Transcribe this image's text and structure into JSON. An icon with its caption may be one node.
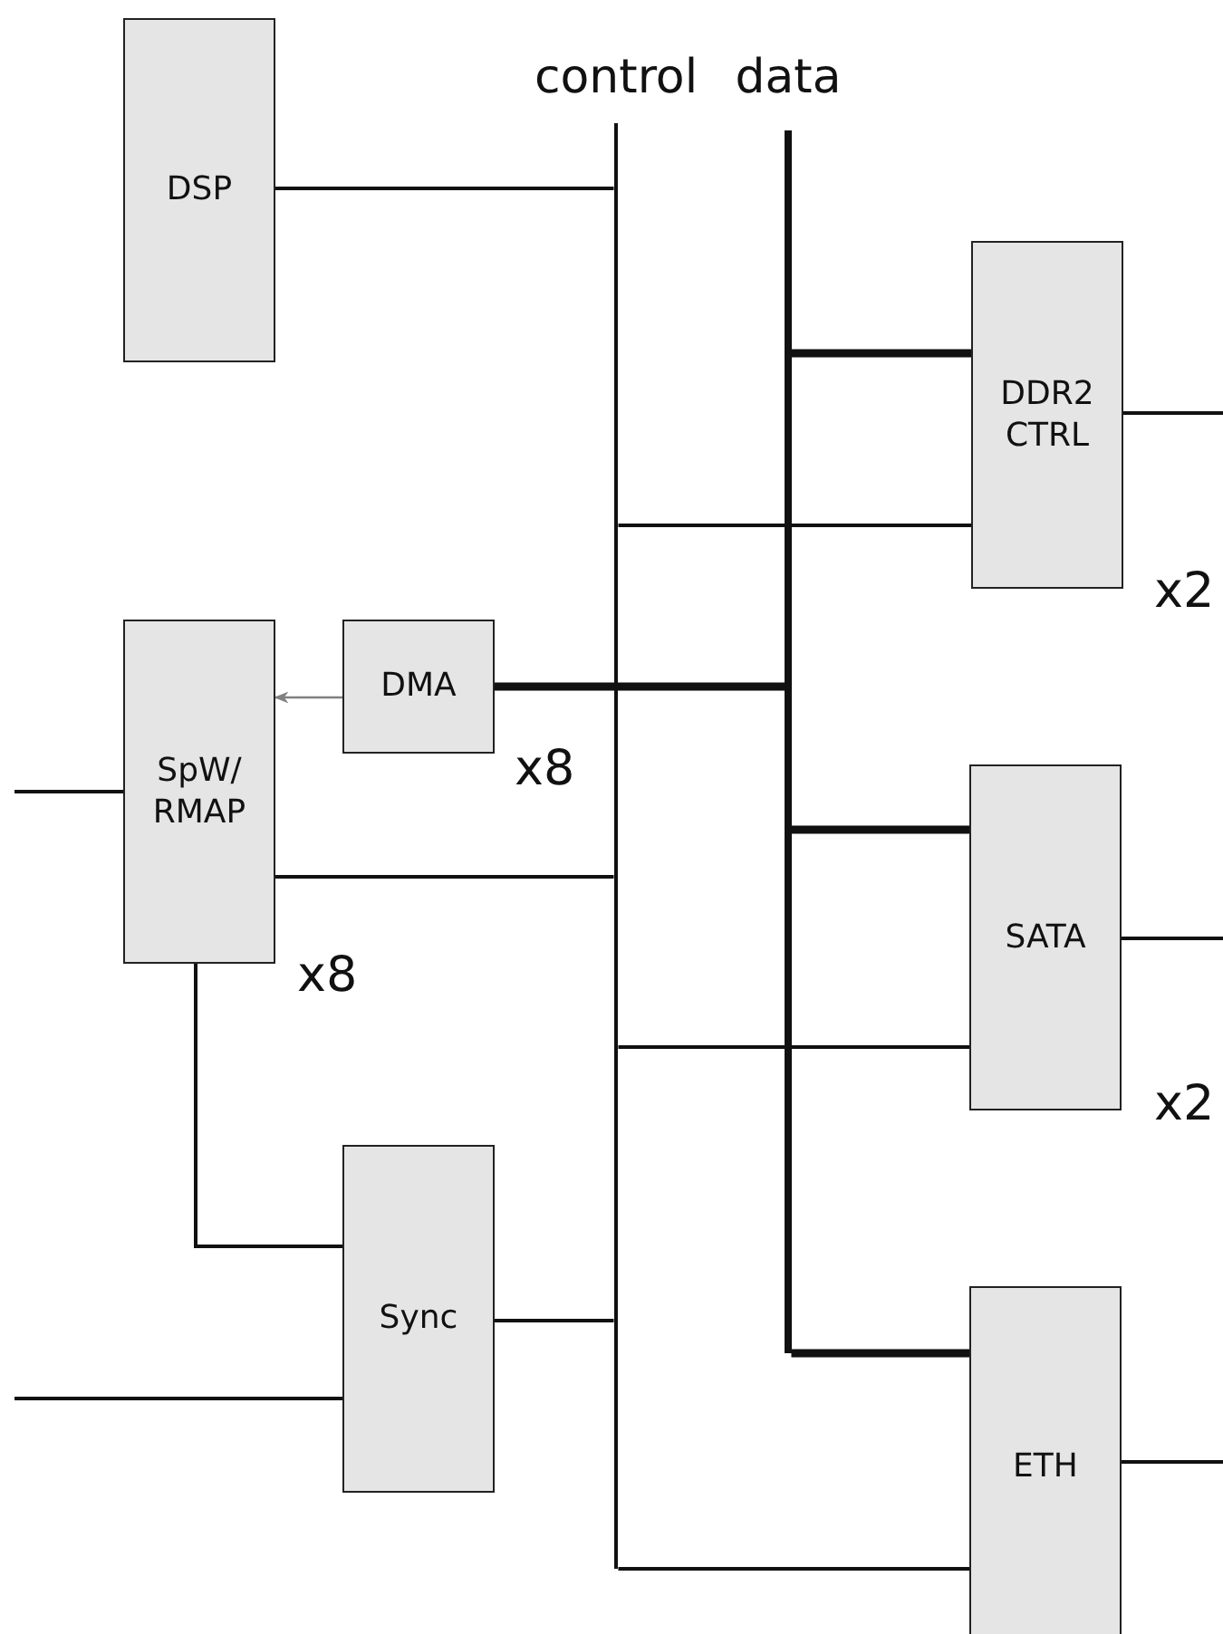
{
  "diagram": {
    "nodes": [
      {
        "text": [
          "control"
        ]
      },
      {
        "text": [
          "data"
        ]
      },
      {
        "text": [
          "DSP"
        ]
      },
      {
        "text": [
          "DDR2 CTRL"
        ],
        "beside": [
          "x2"
        ]
      },
      {
        "text": [
          "DMA"
        ],
        "beside": [
          "x8"
        ]
      },
      {
        "text": [
          "SpW/ RMAP"
        ],
        "beside": [
          "x8"
        ]
      },
      {
        "text": [
          "SATA"
        ],
        "beside": [
          "x2"
        ]
      },
      {
        "text": [
          "Sync"
        ]
      },
      {
        "text": [
          "ETH"
        ]
      }
    ],
    "edges": [
      {
        "from": 2,
        "to": 0,
        "arrow": "none"
      },
      {
        "from": 3,
        "to": 1,
        "arrow": "none",
        "style": "thick"
      },
      {
        "from": 3,
        "to": 0,
        "arrow": "none"
      },
      {
        "from": 3,
        "to": null,
        "arrow": "none"
      },
      {
        "from": 4,
        "to": 1,
        "arrow": "none",
        "style": "thick"
      },
      {
        "from": 4,
        "to": 5,
        "arrow": "to",
        "color": "#808080"
      },
      {
        "from": 5,
        "to": 0,
        "arrow": "none"
      },
      {
        "from": null,
        "to": 5,
        "arrow": "none"
      },
      {
        "from": 5,
        "to": 7,
        "arrow": "none"
      },
      {
        "from": 6,
        "to": 1,
        "arrow": "none",
        "style": "thick"
      },
      {
        "from": 6,
        "to": 0,
        "arrow": "none"
      },
      {
        "from": 6,
        "to": null,
        "arrow": "none"
      },
      {
        "from": 7,
        "to": 0,
        "arrow": "none"
      },
      {
        "from": null,
        "to": 7,
        "arrow": "none"
      },
      {
        "from": 8,
        "to": 1,
        "arrow": "none",
        "style": "thick"
      },
      {
        "from": 8,
        "to": 0,
        "arrow": "none"
      },
      {
        "from": 8,
        "to": null,
        "arrow": "none"
      }
    ]
  }
}
